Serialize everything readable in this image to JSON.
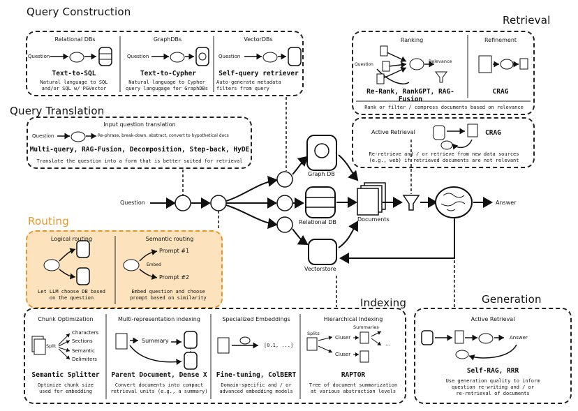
{
  "query_construction": {
    "title": "Query Construction",
    "relational": {
      "header": "Relational DBs",
      "input": "Question",
      "name": "Text-to-SQL",
      "desc1": "Natural language to SQL",
      "desc2": "and/or SQL w/ PGVector"
    },
    "graph": {
      "header": "GraphDBs",
      "input": "Question",
      "name": "Text-to-Cypher",
      "desc1": "Natural language to Cypher",
      "desc2": "query langugage for GraphDBs"
    },
    "vector": {
      "header": "VectorDBs",
      "input": "Question",
      "name": "Self-query retriever",
      "desc1": "Auto-generate metadata",
      "desc2": "filters from query"
    }
  },
  "query_translation": {
    "title": "Query Translation",
    "header": "Input question translation",
    "input": "Question",
    "flow": "Re-phrase, break-down, abstract, convert to hypothetical docs",
    "methods": "Multi-query, RAG-Fusion, Decomposition, Step-back, HyDE",
    "desc": "Translate the question into a form that is better suited for retrieval"
  },
  "routing": {
    "title": "Routing",
    "logical": {
      "header": "Logical routing",
      "desc1": "Let LLM choose DB based",
      "desc2": "on the question"
    },
    "semantic": {
      "header": "Semantic routing",
      "prompt1": "Prompt #1",
      "prompt2": "Prompt #2",
      "embed": "Embed",
      "desc1": "Embed question and choose",
      "desc2": "prompt based on similarity"
    }
  },
  "retrieval": {
    "title": "Retrieval",
    "ranking": {
      "header": "Ranking",
      "input": "Question",
      "relevance": "Relevance",
      "methods": "Re-Rank, RankGPT, RAG-Fusion"
    },
    "refinement": {
      "header": "Refinement",
      "method": "CRAG"
    },
    "desc": "Rank or filter / compress documents based on relevance",
    "active": {
      "header": "Active Retrieval",
      "method": "CRAG",
      "desc1": "Re-retrieve and / or retrieve from new data sources",
      "desc2": "(e.g., web) if retrieved documents are not relevant"
    }
  },
  "flow": {
    "question": "Question",
    "graph_db": "Graph DB",
    "relational_db": "Relational DB",
    "vectorstore": "Vectorstore",
    "documents": "Documents",
    "answer": "Answer"
  },
  "indexing": {
    "title": "Indexing",
    "chunk": {
      "header": "Chunk Optimization",
      "split": "Split",
      "items": [
        "Characters",
        "Sections",
        "Semantic",
        "Delimiters"
      ],
      "name": "Semantic Splitter",
      "desc1": "Optimize chunk size",
      "desc2": "used for embedding"
    },
    "multi": {
      "header": "Multi-representation indexing",
      "summary": "Summary",
      "name": "Parent Document, Dense X",
      "desc1": "Convert documents into compact",
      "desc2": "retrieval units (e.g., a summary)"
    },
    "embed": {
      "header": "Specialized Embeddings",
      "vector": "[0.1, ...]",
      "name": "Fine-tuning, ColBERT",
      "desc1": "Domain-specific and / or",
      "desc2": "advanced embedding models"
    },
    "hier": {
      "header": "Hierarchical Indexing",
      "splits": "Splits",
      "summaries": "Summaries",
      "cluster1": "Cluser",
      "cluster2": "Cluser",
      "dots": "...",
      "name": "RAPTOR",
      "desc1": "Tree of document summarization",
      "desc2": "at various abstraction levels"
    }
  },
  "generation": {
    "title": "Generation",
    "header": "Active Retrieval",
    "answer": "Answer",
    "methods": "Self-RAG, RRR",
    "desc1": "Use generation quality to inform",
    "desc2": "question re-writing and / or",
    "desc3": "re-retrieval of documents"
  }
}
